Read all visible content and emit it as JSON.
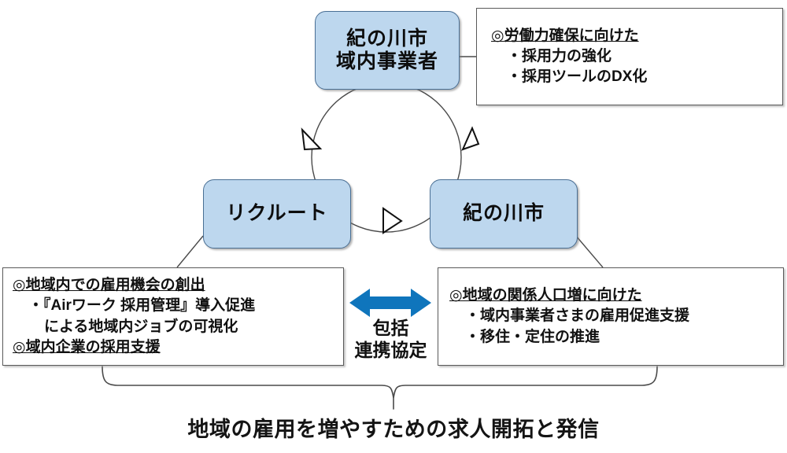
{
  "diagram": {
    "nodes": {
      "top": {
        "line1": "紀の川市",
        "line2": "域内事業者"
      },
      "recruit": {
        "label": "リクルート"
      },
      "city": {
        "label": "紀の川市"
      }
    },
    "boxes": {
      "top_right": {
        "heading": "◎労働力確保に向けた",
        "items": [
          "・採用力の強化",
          "・採用ツールのDX化"
        ]
      },
      "bottom_left": {
        "heading1": "◎地域内での雇用機会の創出",
        "item1": "・『Airワーク 採用管理』導入促進",
        "item1_cont": "による地域内ジョブの可視化",
        "heading2": "◎域内企業の採用支援"
      },
      "bottom_right": {
        "heading": "◎地域の関係人口増に向けた",
        "items": [
          "・域内事業者さまの雇用促進支援",
          "・移住・定住の推進"
        ]
      }
    },
    "pact": {
      "line1": "包括",
      "line2": "連携協定"
    },
    "caption": "地域の雇用を増やすための求人開拓と発信",
    "colors": {
      "node_fill": "#bdd7ee",
      "node_border": "#4a6f94",
      "box_border": "#5a5a5a",
      "arrow_blue": "#0f75bc",
      "cycle_line": "#4a4a4a",
      "text": "#111111"
    }
  }
}
